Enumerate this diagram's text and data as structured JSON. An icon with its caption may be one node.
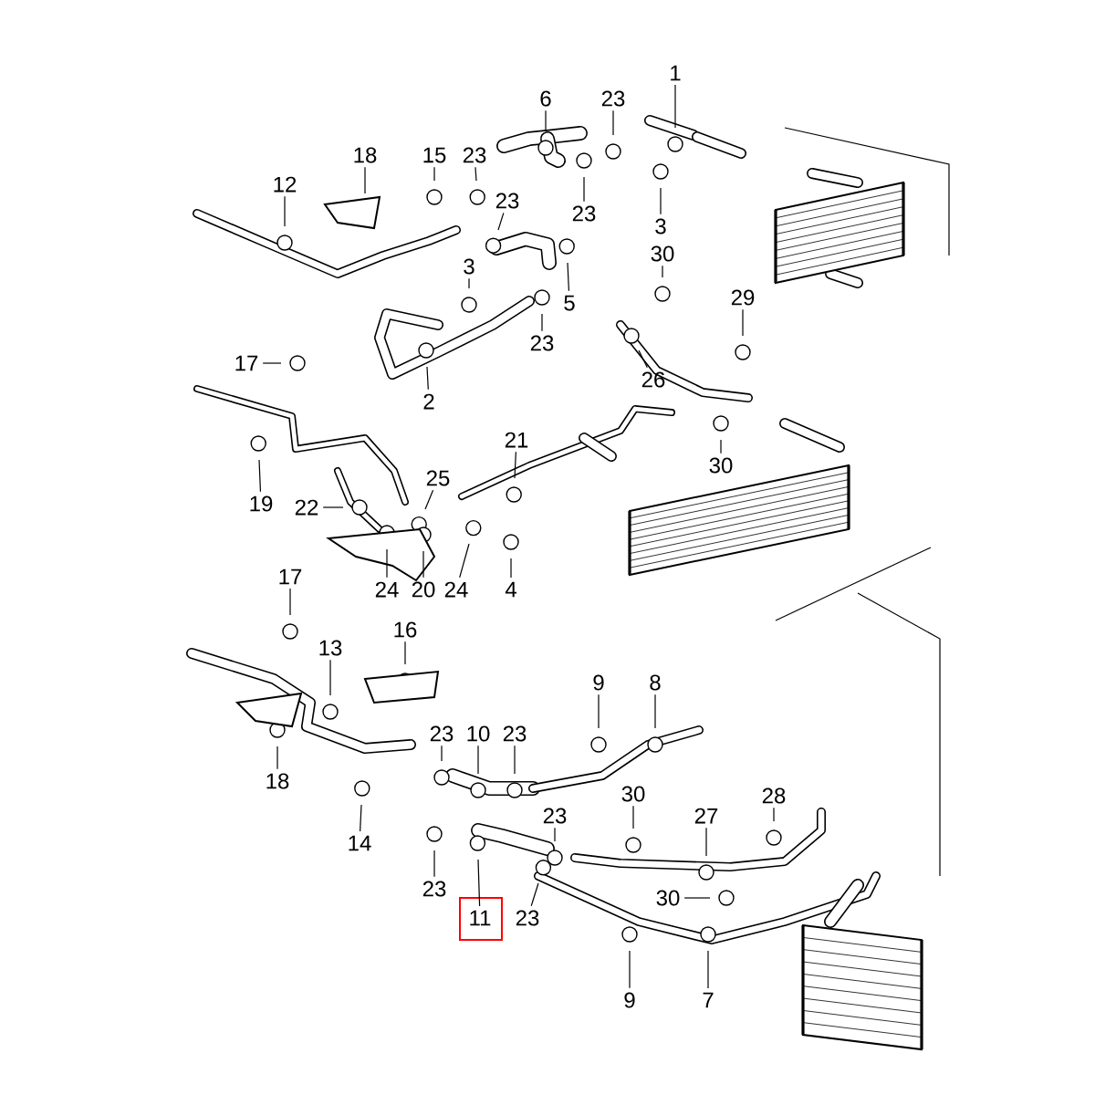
{
  "diagram": {
    "nodes": [
      {
        "text": [
          "1"
        ]
      },
      {
        "text": [
          "6"
        ]
      },
      {
        "text": [
          "23"
        ]
      },
      {
        "text": [
          "18"
        ]
      },
      {
        "text": [
          "15"
        ]
      },
      {
        "text": [
          "23"
        ]
      },
      {
        "text": [
          "12"
        ]
      },
      {
        "text": [
          "23"
        ]
      },
      {
        "text": [
          "23"
        ]
      },
      {
        "text": [
          "3"
        ]
      },
      {
        "text": [
          "30"
        ]
      },
      {
        "text": [
          "3"
        ]
      },
      {
        "text": [
          "29"
        ]
      },
      {
        "text": [
          "5"
        ]
      },
      {
        "text": [
          "23"
        ]
      },
      {
        "text": [
          "17"
        ]
      },
      {
        "text": [
          "26"
        ]
      },
      {
        "text": [
          "2"
        ]
      },
      {
        "text": [
          "21"
        ]
      },
      {
        "text": [
          "30"
        ]
      },
      {
        "text": [
          "25"
        ]
      },
      {
        "text": [
          "19"
        ]
      },
      {
        "text": [
          "22"
        ]
      },
      {
        "text": [
          "17"
        ]
      },
      {
        "text": [
          "24"
        ]
      },
      {
        "text": [
          "20"
        ]
      },
      {
        "text": [
          "24"
        ]
      },
      {
        "text": [
          "4"
        ]
      },
      {
        "text": [
          "16"
        ]
      },
      {
        "text": [
          "13"
        ]
      },
      {
        "text": [
          "9"
        ]
      },
      {
        "text": [
          "8"
        ]
      },
      {
        "text": [
          "23"
        ]
      },
      {
        "text": [
          "10"
        ]
      },
      {
        "text": [
          "23"
        ]
      },
      {
        "text": [
          "18"
        ]
      },
      {
        "text": [
          "30"
        ]
      },
      {
        "text": [
          "28"
        ]
      },
      {
        "text": [
          "23"
        ]
      },
      {
        "text": [
          "27"
        ]
      },
      {
        "text": [
          "14"
        ]
      },
      {
        "text": [
          "23"
        ]
      },
      {
        "text": [
          "30"
        ]
      },
      {
        "text": [
          "11"
        ]
      },
      {
        "text": [
          "23"
        ]
      },
      {
        "text": [
          "9"
        ]
      },
      {
        "text": [
          "7"
        ]
      }
    ],
    "edges": [
      {
        "from": 0,
        "to": null,
        "arrow": "none"
      },
      {
        "from": 1,
        "to": null,
        "arrow": "none"
      },
      {
        "from": 2,
        "to": null,
        "arrow": "none"
      },
      {
        "from": 3,
        "to": null,
        "arrow": "none"
      },
      {
        "from": 4,
        "to": null,
        "arrow": "none"
      },
      {
        "from": 5,
        "to": null,
        "arrow": "none"
      },
      {
        "from": 6,
        "to": null,
        "arrow": "none"
      },
      {
        "from": 7,
        "to": null,
        "arrow": "none"
      },
      {
        "from": 8,
        "to": null,
        "arrow": "none"
      },
      {
        "from": 9,
        "to": null,
        "arrow": "none"
      },
      {
        "from": 10,
        "to": null,
        "arrow": "none"
      },
      {
        "from": 11,
        "to": null,
        "arrow": "none"
      },
      {
        "from": 12,
        "to": null,
        "arrow": "none"
      },
      {
        "from": 13,
        "to": null,
        "arrow": "none"
      },
      {
        "from": 14,
        "to": null,
        "arrow": "none"
      },
      {
        "from": 15,
        "to": null,
        "arrow": "none"
      },
      {
        "from": 16,
        "to": null,
        "arrow": "none"
      },
      {
        "from": 17,
        "to": null,
        "arrow": "none"
      },
      {
        "from": 18,
        "to": null,
        "arrow": "none"
      },
      {
        "from": 19,
        "to": null,
        "arrow": "none"
      },
      {
        "from": 20,
        "to": null,
        "arrow": "none"
      },
      {
        "from": 21,
        "to": null,
        "arrow": "none"
      },
      {
        "from": 22,
        "to": null,
        "arrow": "none"
      },
      {
        "from": 23,
        "to": null,
        "arrow": "none"
      },
      {
        "from": 24,
        "to": null,
        "arrow": "none"
      },
      {
        "from": 25,
        "to": null,
        "arrow": "none"
      },
      {
        "from": 26,
        "to": null,
        "arrow": "none"
      },
      {
        "from": 27,
        "to": null,
        "arrow": "none"
      },
      {
        "from": 28,
        "to": null,
        "arrow": "none"
      },
      {
        "from": 29,
        "to": null,
        "arrow": "none"
      },
      {
        "from": 30,
        "to": null,
        "arrow": "none"
      },
      {
        "from": 31,
        "to": null,
        "arrow": "none"
      },
      {
        "from": 32,
        "to": null,
        "arrow": "none"
      },
      {
        "from": 33,
        "to": null,
        "arrow": "none"
      },
      {
        "from": 34,
        "to": null,
        "arrow": "none"
      },
      {
        "from": 35,
        "to": null,
        "arrow": "none"
      },
      {
        "from": 36,
        "to": null,
        "arrow": "none"
      },
      {
        "from": 37,
        "to": null,
        "arrow": "none"
      },
      {
        "from": 38,
        "to": null,
        "arrow": "none"
      },
      {
        "from": 39,
        "to": null,
        "arrow": "none"
      },
      {
        "from": 40,
        "to": null,
        "arrow": "none"
      },
      {
        "from": 41,
        "to": null,
        "arrow": "none"
      },
      {
        "from": 42,
        "to": null,
        "arrow": "none"
      },
      {
        "from": 43,
        "to": null,
        "arrow": "none"
      },
      {
        "from": 44,
        "to": null,
        "arrow": "none"
      },
      {
        "from": 45,
        "to": null,
        "arrow": "none"
      },
      {
        "from": 46,
        "to": null,
        "arrow": "none"
      }
    ]
  }
}
